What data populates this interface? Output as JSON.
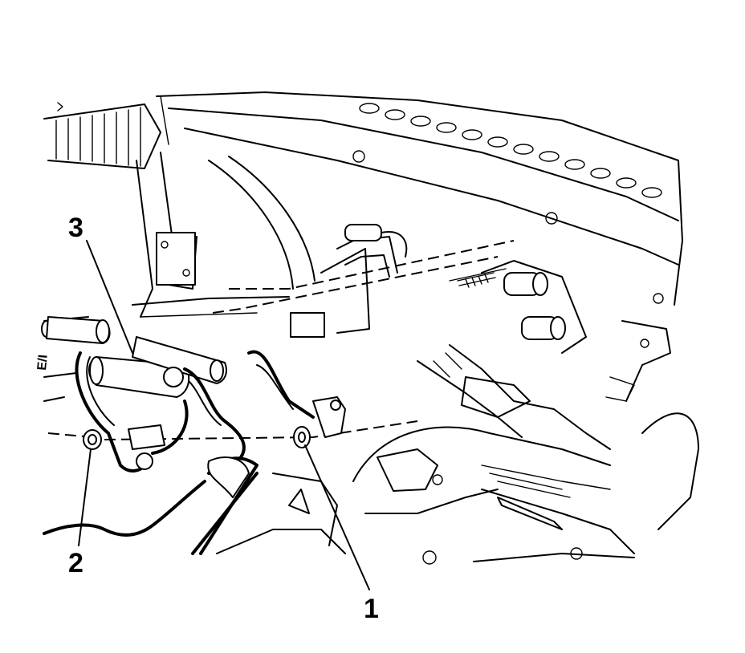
{
  "diagram": {
    "callouts": [
      {
        "id": "1",
        "label": "1"
      },
      {
        "id": "2",
        "label": "2"
      },
      {
        "id": "3",
        "label": "3"
      }
    ],
    "stamp": "E/I"
  }
}
